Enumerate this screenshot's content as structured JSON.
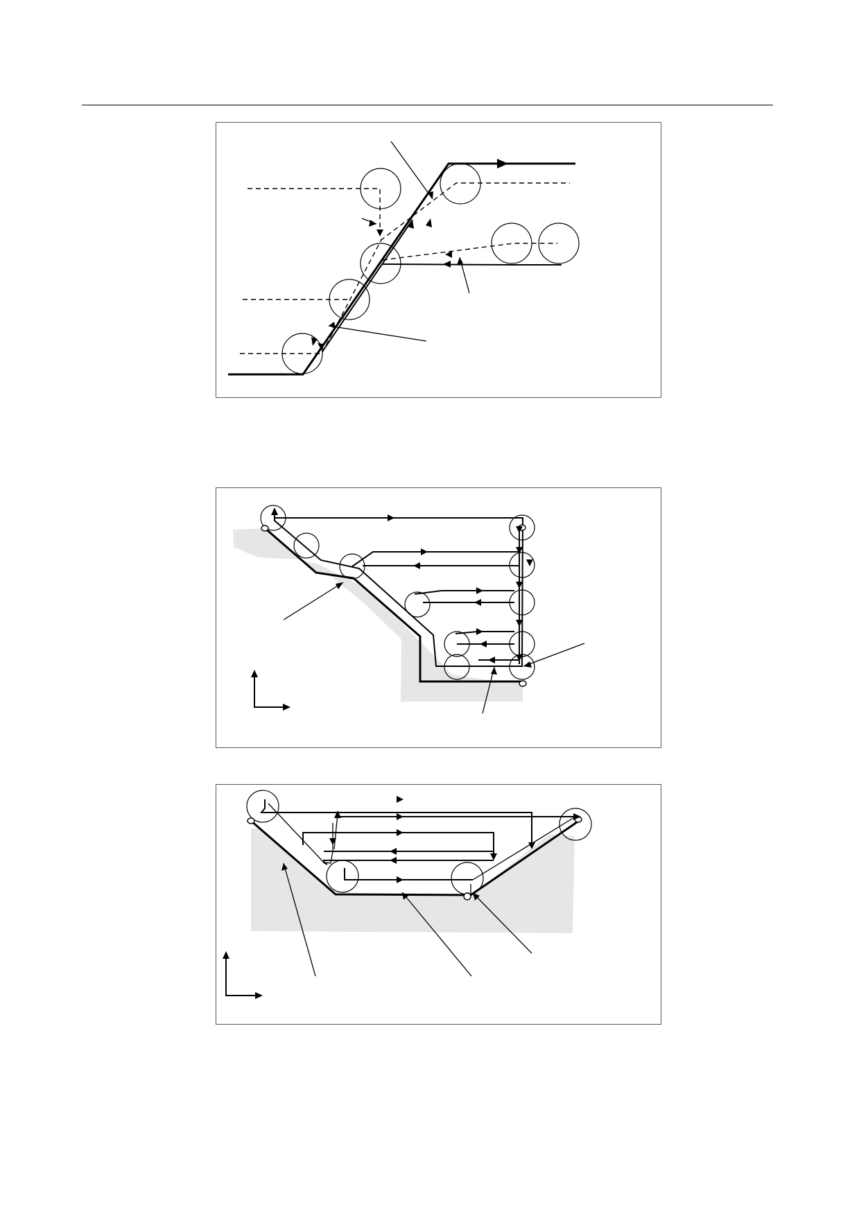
{
  "page": {
    "figures": [
      {
        "id": "fig1",
        "description": ""
      },
      {
        "id": "fig2",
        "description": ""
      },
      {
        "id": "fig3",
        "description": ""
      }
    ]
  },
  "colors": {
    "line": "#000000",
    "frame": "#555555",
    "stock_shading": "#e6e6e6",
    "background": "#ffffff"
  }
}
